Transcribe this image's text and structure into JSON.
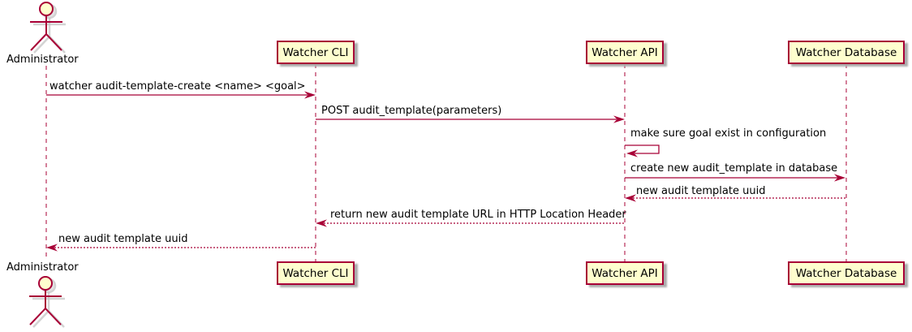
{
  "diagram": {
    "type": "uml-sequence-diagram",
    "actor": {
      "name": "Administrator"
    },
    "participants": [
      {
        "label": "Watcher CLI"
      },
      {
        "label": "Watcher API"
      },
      {
        "label": "Watcher Database"
      }
    ],
    "messages": [
      {
        "from": "Administrator",
        "to": "Watcher CLI",
        "style": "solid",
        "text": "watcher audit-template-create <name> <goal>"
      },
      {
        "from": "Watcher CLI",
        "to": "Watcher API",
        "style": "solid",
        "text": "POST audit_template(parameters)"
      },
      {
        "from": "Watcher API",
        "to": "Watcher API",
        "style": "self",
        "text": "make sure goal exist in configuration"
      },
      {
        "from": "Watcher API",
        "to": "Watcher Database",
        "style": "solid",
        "text": "create new audit_template in database"
      },
      {
        "from": "Watcher Database",
        "to": "Watcher API",
        "style": "dashed",
        "text": "new audit template uuid"
      },
      {
        "from": "Watcher API",
        "to": "Watcher CLI",
        "style": "dashed",
        "text": "return new audit template URL in HTTP Location Header"
      },
      {
        "from": "Watcher CLI",
        "to": "Administrator",
        "style": "dashed",
        "text": "new audit template uuid"
      }
    ],
    "colors": {
      "accent": "#A80036",
      "participant_fill": "#FEFECE",
      "shadow": "#ABABAB",
      "background": "#FFFFFF",
      "text": "#000000"
    }
  }
}
